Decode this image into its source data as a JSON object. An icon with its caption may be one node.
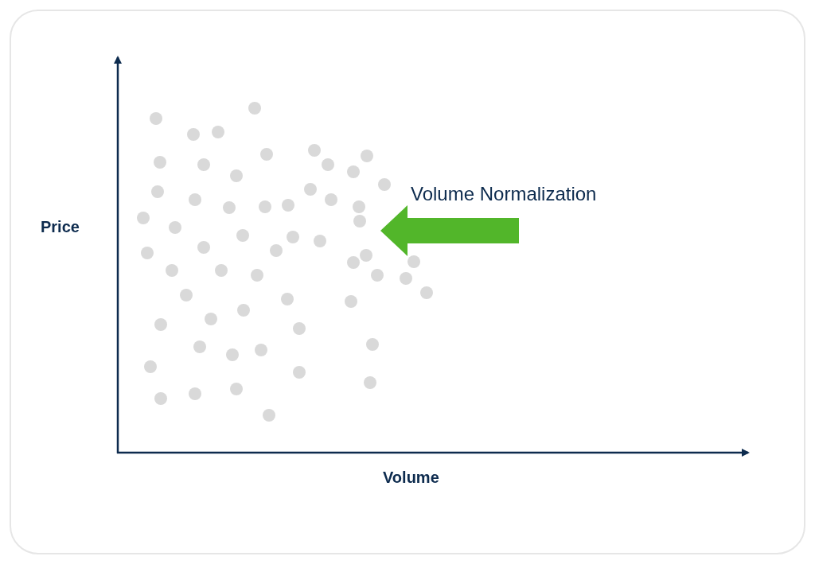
{
  "diagram": {
    "labels": [
      "Price",
      "Volume Normalization",
      "Volume"
    ]
  }
}
